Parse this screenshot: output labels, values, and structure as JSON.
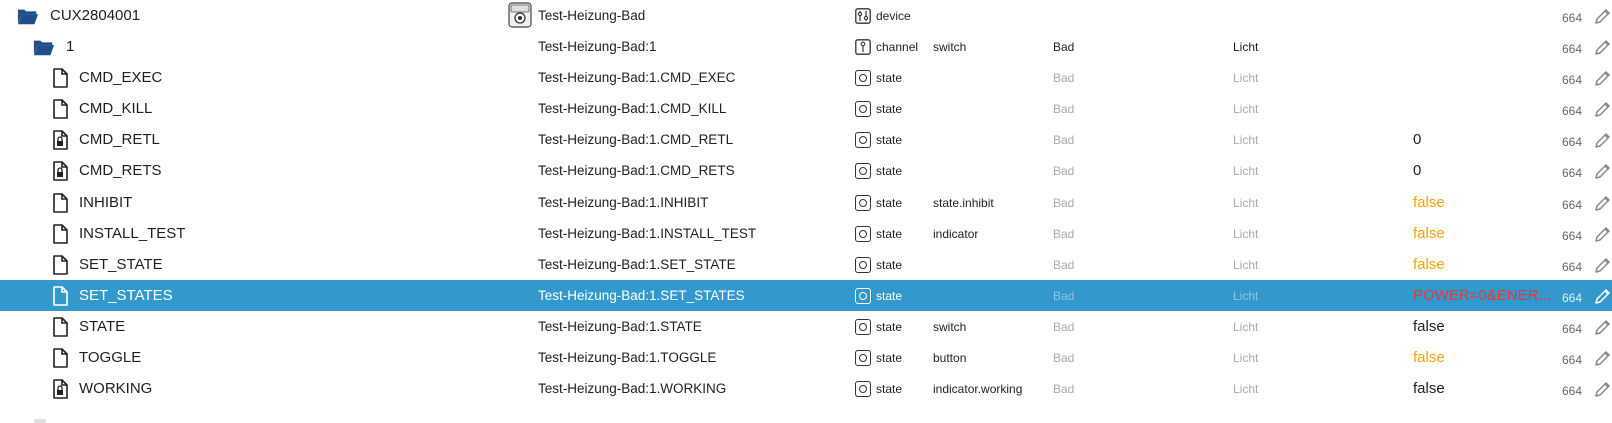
{
  "rows": [
    {
      "id": "device-row",
      "icon": "folder-open-icon",
      "name": "CUX2804001",
      "oid": "Test-Heizung-Bad",
      "type_icon": "device-type-icon",
      "type": "device",
      "role": "",
      "room": "",
      "func": "",
      "value": "",
      "value_color": "",
      "acl": "664"
    },
    {
      "id": "channel-row",
      "icon": "folder-open-icon",
      "name": "1",
      "oid": "Test-Heizung-Bad:1",
      "type_icon": "channel-type-icon",
      "type": "channel",
      "role": "switch",
      "room": "Bad",
      "func": "Licht",
      "value": "",
      "value_color": "",
      "acl": "664"
    },
    {
      "id": "state-row",
      "icon": "file-icon",
      "name": "CMD_EXEC",
      "oid": "Test-Heizung-Bad:1.CMD_EXEC",
      "type_icon": "state-type-icon",
      "type": "state",
      "role": "",
      "room": "Bad",
      "func": "Licht",
      "value": "",
      "value_color": "",
      "acl": "664"
    },
    {
      "id": "state-row",
      "icon": "file-icon",
      "name": "CMD_KILL",
      "oid": "Test-Heizung-Bad:1.CMD_KILL",
      "type_icon": "state-type-icon",
      "type": "state",
      "role": "",
      "room": "Bad",
      "func": "Licht",
      "value": "",
      "value_color": "",
      "acl": "664"
    },
    {
      "id": "state-row",
      "icon": "file-lock-icon",
      "name": "CMD_RETL",
      "oid": "Test-Heizung-Bad:1.CMD_RETL",
      "type_icon": "state-type-icon",
      "type": "state",
      "role": "",
      "room": "Bad",
      "func": "Licht",
      "value": "0",
      "value_color": "#1f1f1f",
      "acl": "664"
    },
    {
      "id": "state-row",
      "icon": "file-lock-icon",
      "name": "CMD_RETS",
      "oid": "Test-Heizung-Bad:1.CMD_RETS",
      "type_icon": "state-type-icon",
      "type": "state",
      "role": "",
      "room": "Bad",
      "func": "Licht",
      "value": "0",
      "value_color": "#1f1f1f",
      "acl": "664"
    },
    {
      "id": "state-row",
      "icon": "file-icon",
      "name": "INHIBIT",
      "oid": "Test-Heizung-Bad:1.INHIBIT",
      "type_icon": "state-type-icon",
      "type": "state",
      "role": "state.inhibit",
      "room": "Bad",
      "func": "Licht",
      "value": "false",
      "value_color": "#f5a300",
      "acl": "664"
    },
    {
      "id": "state-row",
      "icon": "file-icon",
      "name": "INSTALL_TEST",
      "oid": "Test-Heizung-Bad:1.INSTALL_TEST",
      "type_icon": "state-type-icon",
      "type": "state",
      "role": "indicator",
      "room": "Bad",
      "func": "Licht",
      "value": "false",
      "value_color": "#f5a300",
      "acl": "664"
    },
    {
      "id": "state-row",
      "icon": "file-icon",
      "name": "SET_STATE",
      "oid": "Test-Heizung-Bad:1.SET_STATE",
      "type_icon": "state-type-icon",
      "type": "state",
      "role": "",
      "room": "Bad",
      "func": "Licht",
      "value": "false",
      "value_color": "#f5a300",
      "acl": "664"
    },
    {
      "id": "state-row",
      "icon": "file-icon",
      "name": "SET_STATES",
      "oid": "Test-Heizung-Bad:1.SET_STATES",
      "type_icon": "state-type-icon",
      "type": "state",
      "role": "",
      "room": "Bad",
      "func": "Licht",
      "value": "POWER=0&ENER...",
      "value_color": "#e53935",
      "acl": "664",
      "selected": true
    },
    {
      "id": "state-row",
      "icon": "file-icon",
      "name": "STATE",
      "oid": "Test-Heizung-Bad:1.STATE",
      "type_icon": "state-type-icon",
      "type": "state",
      "role": "switch",
      "room": "Bad",
      "func": "Licht",
      "value": "false",
      "value_color": "#1f1f1f",
      "acl": "664"
    },
    {
      "id": "state-row",
      "icon": "file-icon",
      "name": "TOGGLE",
      "oid": "Test-Heizung-Bad:1.TOGGLE",
      "type_icon": "state-type-icon",
      "type": "state",
      "role": "button",
      "room": "Bad",
      "func": "Licht",
      "value": "false",
      "value_color": "#f5a300",
      "acl": "664"
    },
    {
      "id": "state-row",
      "icon": "file-lock-icon",
      "name": "WORKING",
      "oid": "Test-Heizung-Bad:1.WORKING",
      "type_icon": "state-type-icon",
      "type": "state",
      "role": "indicator.working",
      "room": "Bad",
      "func": "Licht",
      "value": "false",
      "value_color": "#1f1f1f",
      "acl": "664"
    }
  ],
  "colors": {
    "selection": "#3399cc",
    "folder": "#1f4e8c",
    "value_orange": "#f5a300",
    "value_red": "#e53935",
    "dim_text": "#aaaaaa"
  }
}
